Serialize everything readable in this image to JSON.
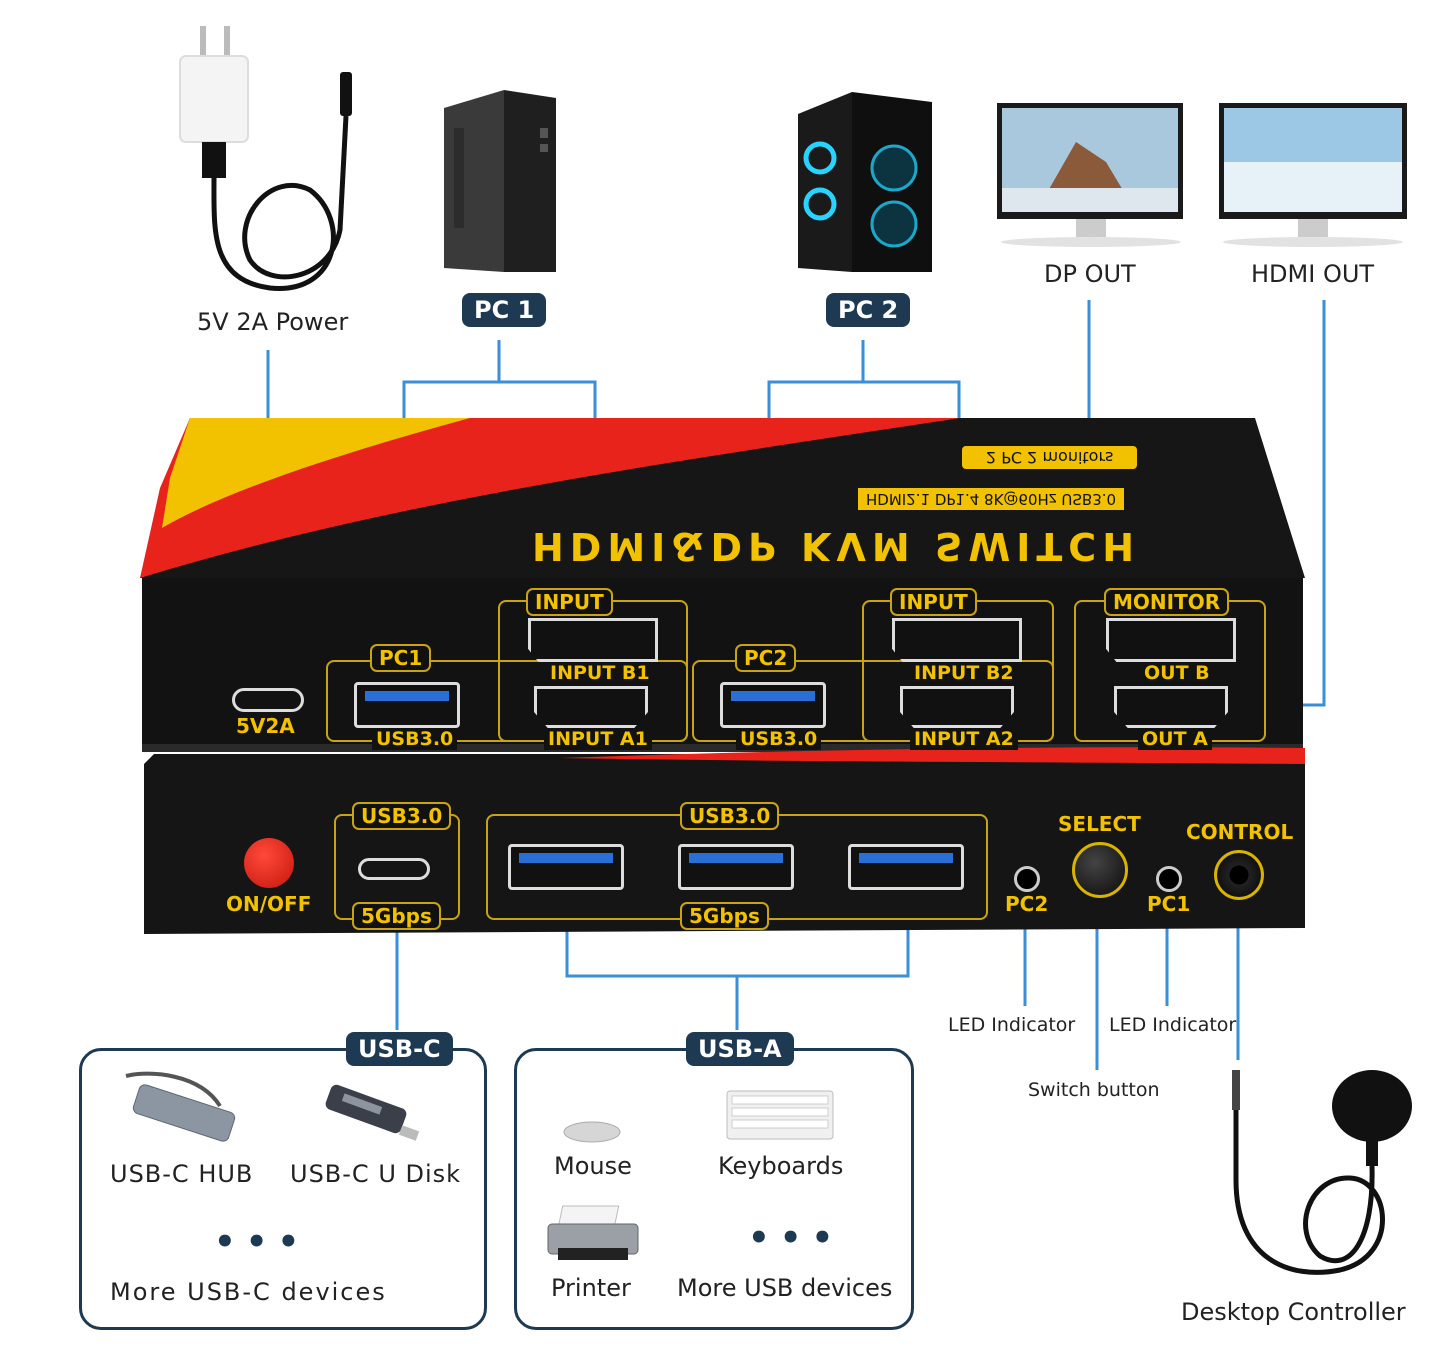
{
  "top": {
    "power_label": "5V 2A Power",
    "pc1_tag": "PC 1",
    "pc2_tag": "PC 2",
    "dp_out": "DP OUT",
    "hdmi_out": "HDMI OUT"
  },
  "device": {
    "title": "HDMI&DP KVM SWITCH",
    "spec_badge": "HDMI2.1 DP1.4 8K@60Hz USB3.0",
    "monitors_badge": "2 PC 2 monitors",
    "back": {
      "power_port": "5V2A",
      "pc1_group": "PC1",
      "pc2_group": "PC2",
      "input_label_1": "INPUT",
      "input_label_2": "INPUT",
      "input_b1": "INPUT B1",
      "input_a1": "INPUT A1",
      "input_b2": "INPUT B2",
      "input_a2": "INPUT A2",
      "usb_pc1": "USB3.0",
      "usb_pc2": "USB3.0",
      "monitor_group": "MONITOR",
      "out_b": "OUT B",
      "out_a": "OUT A"
    },
    "front": {
      "on_off": "ON/OFF",
      "usbc_top": "USB3.0",
      "usbc_bottom": "5Gbps",
      "usba_top": "USB3.0",
      "usba_bottom": "5Gbps",
      "select": "SELECT",
      "control": "CONTROL",
      "pc2_led": "PC2",
      "pc1_led": "PC1"
    }
  },
  "callouts": {
    "led_left": "LED Indicator",
    "led_right": "LED Indicator",
    "switch_button": "Switch button",
    "desktop_controller": "Desktop Controller"
  },
  "usbc_panel": {
    "tag": "USB-C",
    "item1": "USB-C HUB",
    "item2": "USB-C U Disk",
    "more": "More USB-C devices"
  },
  "usba_panel": {
    "tag": "USB-A",
    "item1": "Mouse",
    "item2": "Keyboards",
    "item3": "Printer",
    "more": "More USB devices"
  },
  "colors": {
    "navy": "#1e3a52",
    "line_blue": "#3b8fd6",
    "device_yellow": "#f2c200",
    "device_red": "#e8231b",
    "device_black": "#121212"
  }
}
